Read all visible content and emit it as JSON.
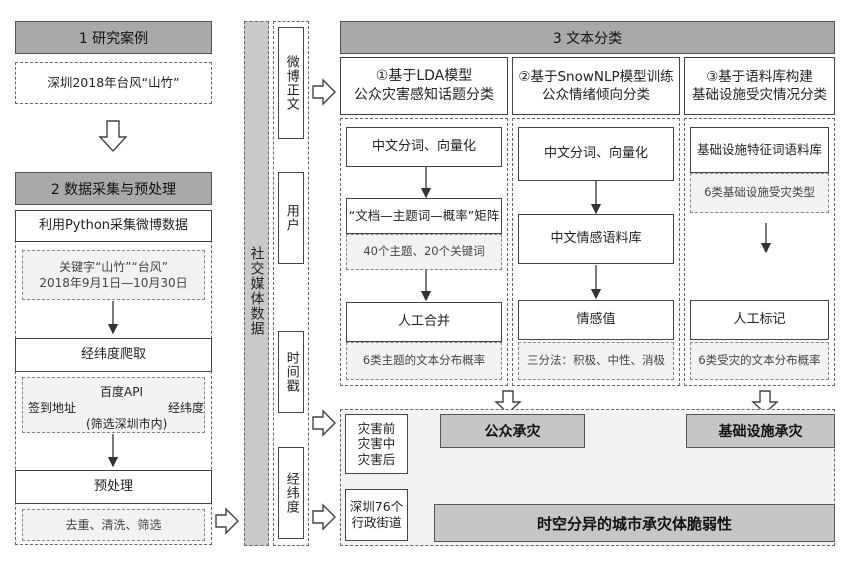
{
  "section1": {
    "header": "1  研究案例",
    "case": "深圳2018年台风“山竹”"
  },
  "section2": {
    "header": "2  数据采集与预处理",
    "collect": "利用Python采集微博数据",
    "keywords": "关键字“山竹”“台风”",
    "date_range": "2018年9月1日—10月30日",
    "geo": "经纬度爬取",
    "geo_from": "签到地址",
    "geo_api": "百度API",
    "geo_to": "经纬度",
    "geo_filter": "(筛选深圳市内)",
    "pre": "预处理",
    "pre_detail": "去重、清洗、筛选"
  },
  "social": {
    "title": "社交媒体数据",
    "items": [
      "微博正文",
      "用户",
      "时间戳",
      "经纬度"
    ]
  },
  "section3": {
    "header": "3  文本分类",
    "col1": {
      "title_line1": "①基于LDA模型",
      "title_line2": "公众灾害感知话题分类",
      "step1": "中文分词、向量化",
      "step2": "“文档—主题词—概率”矩阵",
      "step2_detail": "40个主题、20个关键词",
      "step3": "人工合并",
      "step3_detail": "6类主题的文本分布概率"
    },
    "col2": {
      "title_line1": "②基于SnowNLP模型训练",
      "title_line2": "公众情绪倾向分类",
      "step1": "中文分词、向量化",
      "step2": "中文情感语料库",
      "step3": "情感值",
      "step3_detail": "三分法：积极、中性、消极"
    },
    "col3": {
      "title_line1": "③基于语料库构建",
      "title_line2": "基础设施受灾情况分类",
      "step1": "基础设施特征词语料库",
      "step1_detail": "6类基础设施受灾类型",
      "step3": "人工标记",
      "step3_detail": "6类受灾的文本分布概率"
    }
  },
  "bottom": {
    "time_phases": "灾害前\n灾害中\n灾害后",
    "districts": "深圳76个\n行政街道",
    "public": "公众承灾",
    "infra": "基础设施承灾",
    "result": "时空分异的城市承灾体脆弱性"
  }
}
